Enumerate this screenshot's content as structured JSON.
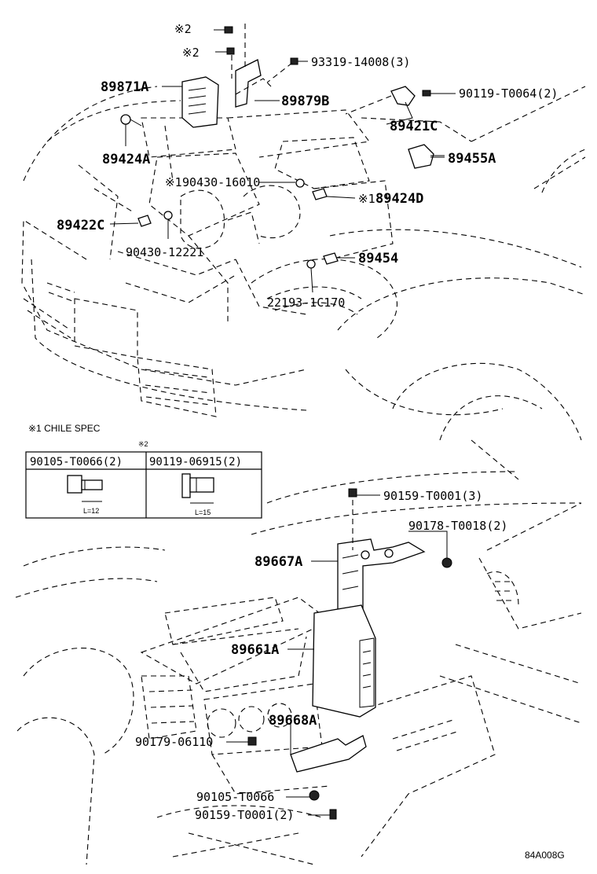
{
  "engine_parts": {
    "p89871A": "89871A",
    "p89879B": "89879B",
    "p93319": "93319-14008(3)",
    "p90119_t0064": "90119-T0064(2)",
    "p89421C": "89421C",
    "p89424A": "89424A",
    "p89455A": "89455A",
    "p90430_16010": "90430-16010",
    "p89424D": "89424D",
    "p89422C": "89422C",
    "p90430_12221": "90430-12221",
    "p89454": "89454",
    "p22193": "22193-1C170"
  },
  "marks": {
    "mark2_a": "※2",
    "mark2_b": "※2",
    "mark1_a": "※1",
    "mark1_b": "※1",
    "mark2_table": "※2"
  },
  "note": {
    "chile": "※1 CHILE SPEC"
  },
  "bolt_table": {
    "col1_header": "90105-T0066(2)",
    "col2_header": "90119-06915(2)",
    "col1_dim": "L=12",
    "col2_dim": "L=15"
  },
  "dash_parts": {
    "p90159_t0001_3": "90159-T0001(3)",
    "p90178": "90178-T0018(2)",
    "p89667A": "89667A",
    "p89661A": "89661A",
    "p89668A": "89668A",
    "p90179": "90179-06110",
    "p90105": "90105-T0066",
    "p90159_t0001_2": "90159-T0001(2)"
  },
  "figure_code": "84A008G"
}
